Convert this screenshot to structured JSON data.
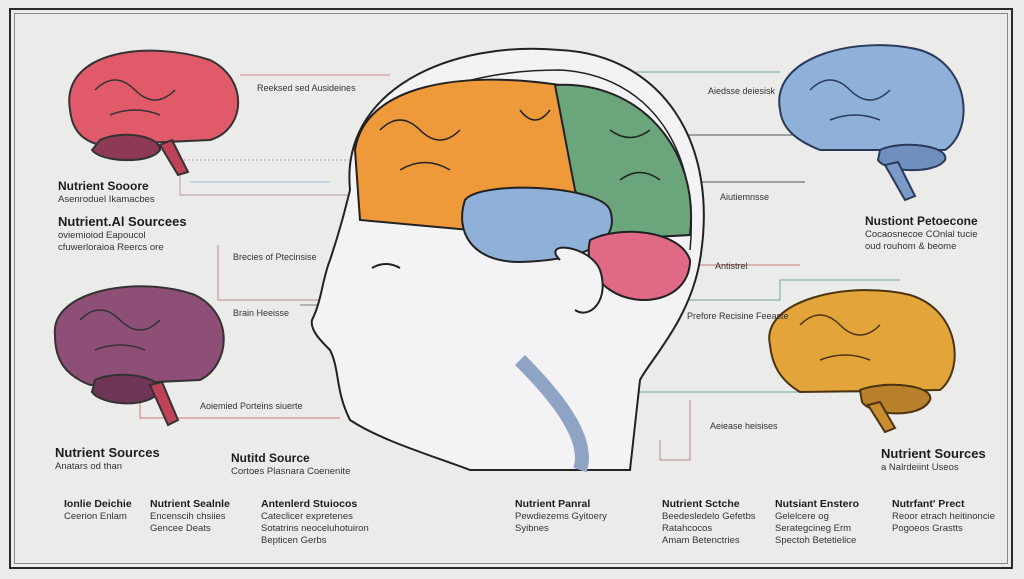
{
  "colors": {
    "orange": "#ee9a3a",
    "green": "#6aa57c",
    "blue": "#8fb0d8",
    "pink": "#e06a86",
    "purple": "#8e4f76",
    "red": "#e05a6a",
    "gold": "#e3a53a"
  },
  "callouts": [
    "Reeksed sed Ausideines",
    "Aiedsse deiesisk",
    "Aiutiemnsse",
    "Brecies of Ptecinsise",
    "Brain Heeisse",
    "Antistrel",
    "Prefore Recisine Feeaste",
    "Aoiemied Porteins siuerte",
    "Aeiease heisises"
  ],
  "left_blocks": [
    {
      "title": "Nutrient Sooore",
      "lines": [
        "Asenroduel Ikamacbes"
      ]
    },
    {
      "title": "Nutrient.Al Sourcees",
      "lines": [
        "oviemioiod Eapoucol",
        "cfuwerloraioa Reercs ore"
      ]
    },
    {
      "title": "Nutrient Sources",
      "lines": [
        "Anatars od than"
      ]
    }
  ],
  "right_blocks": [
    {
      "title": "Nustiont Petoecone",
      "lines": [
        "Cocaosnecoe COnlal tucie",
        "oud rouhom & beome"
      ]
    },
    {
      "title": "Nutrient Sources",
      "lines": [
        "a Nalrdeiint Useos"
      ]
    }
  ],
  "middle_block": {
    "title": "Nutitd Source",
    "lines": [
      "Cortoes Plasnara Coenenite"
    ]
  },
  "bottom_blocks": [
    {
      "title": "Ionlie Deichie",
      "lines": [
        "Ceerion Enlam"
      ]
    },
    {
      "title": "Nutrient Sealnle",
      "lines": [
        "Encenscih chsiies",
        "Gencee Deats"
      ]
    },
    {
      "title": "Antenlerd Stuiocos",
      "lines": [
        "Cateclicer expretenes",
        "Sotatrins neoceluhotuiron",
        "Bepticen Gerbs"
      ]
    },
    {
      "title": "Nutrient Panral",
      "lines": [
        "Pewdiezems Gyitoery",
        "Syibnes"
      ]
    },
    {
      "title": "Nutrient Sctche",
      "lines": [
        "Beedesledelo Gefetbs",
        "Ratahcocos",
        "Amam Betenctries"
      ]
    },
    {
      "title": "Nutsiant Enstero",
      "lines": [
        "Gelelcere og",
        "Serategcineg Erm",
        "Spectoh Betetielice"
      ]
    },
    {
      "title": "Nutrfant' Prect",
      "lines": [
        "Reoor etrach heitinoncie",
        "Pogoeos Grastts"
      ]
    }
  ]
}
